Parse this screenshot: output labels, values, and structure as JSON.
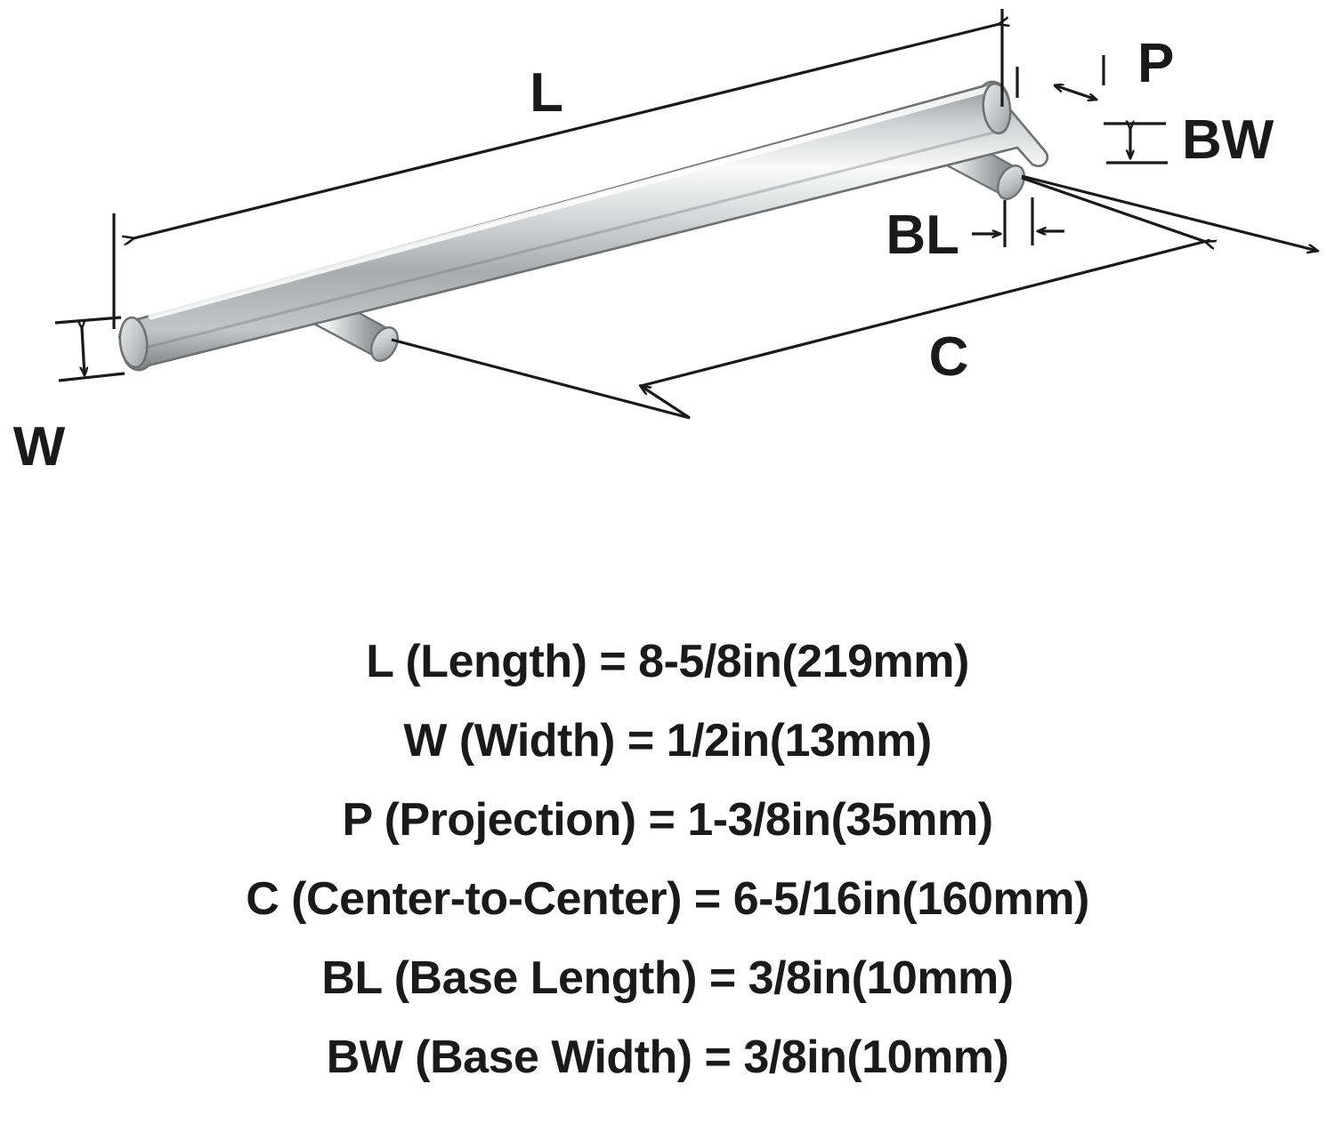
{
  "diagram": {
    "labels": {
      "L": "L",
      "W": "W",
      "P": "P",
      "C": "C",
      "BL": "BL",
      "BW": "BW"
    },
    "colors": {
      "line": "#1a1a1a",
      "metal_light": "#f2f2f2",
      "metal_mid": "#b9babb",
      "metal_dark": "#8d8f91",
      "metal_edge": "#6f7173",
      "background": "#ffffff"
    },
    "alt": "Technical dimension drawing of a bar cabinet pull handle shown at an angle with callout arrows for Length, Width, Projection, Center-to-Center, Base Length and Base Width"
  },
  "specs": [
    {
      "id": "length",
      "text": "L (Length) = 8-5/8in(219mm)"
    },
    {
      "id": "width",
      "text": "W (Width) = 1/2in(13mm)"
    },
    {
      "id": "projection",
      "text": "P (Projection) = 1-3/8in(35mm)"
    },
    {
      "id": "center-to-center",
      "text": "C (Center-to-Center) = 6-5/16in(160mm)"
    },
    {
      "id": "base-length",
      "text": "BL (Base Length) = 3/8in(10mm)"
    },
    {
      "id": "base-width",
      "text": "BW (Base Width) = 3/8in(10mm)"
    }
  ]
}
